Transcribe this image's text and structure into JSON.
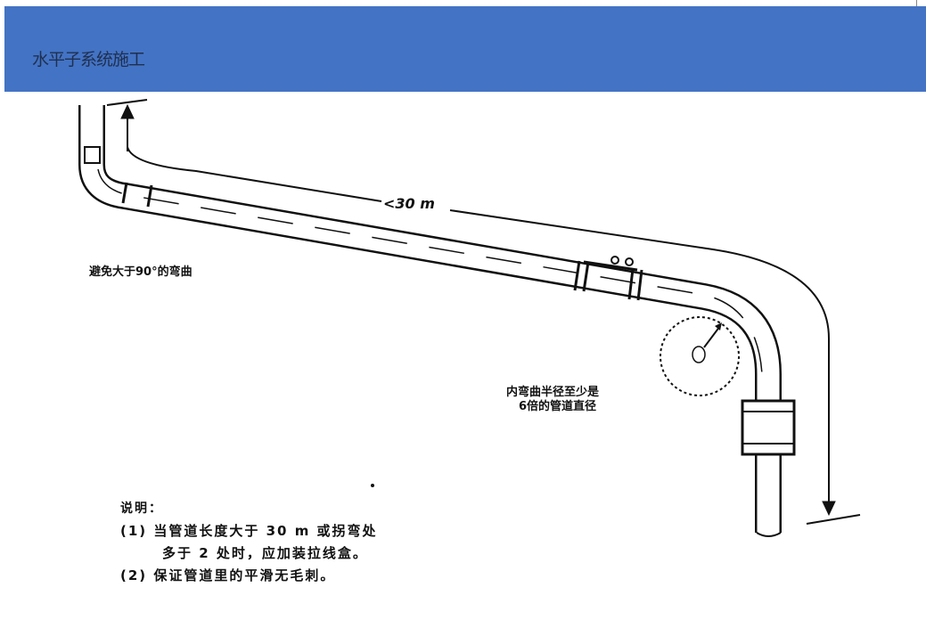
{
  "header": {
    "title": "水平子系统施工"
  },
  "diagram": {
    "length_label": "<30 m",
    "bend_warning": "避免大于90°的弯曲",
    "radius_note": [
      "内弯曲半径至少是",
      "6倍的管道直径"
    ]
  },
  "notes": {
    "heading": "说明：",
    "items": [
      "(1) 当管道长度大于 30 m 或拐弯处",
      "多于 2 处时，应加装拉线盒。",
      "(2) 保证管道里的平滑无毛刺。"
    ]
  }
}
